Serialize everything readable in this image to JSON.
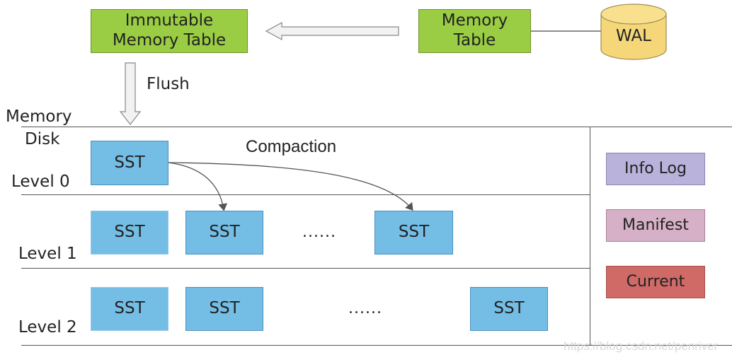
{
  "immutable_memtable": "Immutable\nMemory Table",
  "memtable": "Memory\nTable",
  "wal": "WAL",
  "flush": "Flush",
  "memory_label": "Memory",
  "disk_label": "Disk",
  "compaction": "Compaction",
  "levels": [
    "Level 0",
    "Level 1",
    "Level 2"
  ],
  "sst": "SST",
  "ellipsis": "......",
  "info_log": "Info Log",
  "manifest": "Manifest",
  "current": "Current",
  "watermark": "https://blog.csdn.net/penriver",
  "colors": {
    "memtable_green": "#9acd43",
    "sst_blue": "#74bde4",
    "wal_yellow": "#f5d77a",
    "info_log_purple": "#b9b3dc",
    "manifest_pink": "#d6b0c6",
    "current_red": "#cf6a66"
  }
}
